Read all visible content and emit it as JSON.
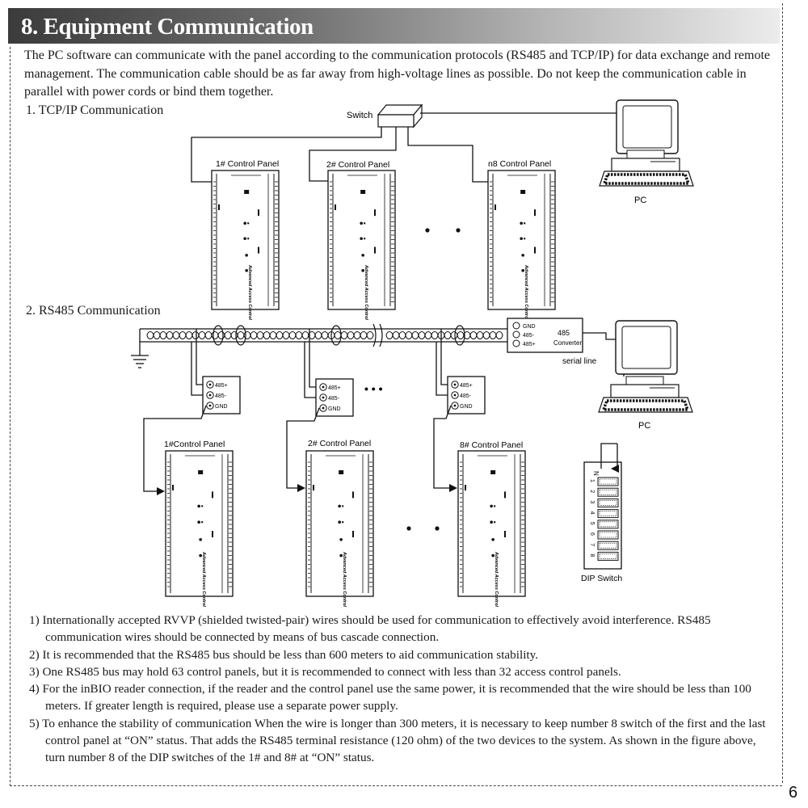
{
  "header": {
    "title": "8. Equipment Communication"
  },
  "intro": {
    "paragraph": "The PC software can communicate with the panel according to the communication protocols (RS485 and TCP/IP) for data exchange and remote management. The communication cable should be as far away from high-voltage lines  as possible. Do not keep the communication cable  in parallel with power cords or bind them together."
  },
  "tcp": {
    "title": "1. TCP/IP Communication",
    "switch_label": "Switch",
    "pc_label": "PC",
    "panels": [
      "1# Control Panel",
      "2# Control Panel",
      "n8 Control Panel"
    ]
  },
  "rs485": {
    "title": "2. RS485  Communication",
    "converter_labels": [
      "GND",
      "485-",
      "485+"
    ],
    "converter_title_1": "485",
    "converter_title_2": "Converter",
    "serial_line_label": "serial line",
    "pc_label": "PC",
    "terminal_labels": [
      "485+",
      "485-",
      "GND"
    ],
    "panels": [
      "1#Control Panel",
      "2# Control Panel",
      "8# Control Panel"
    ],
    "dip_label": "DIP Switch",
    "dip_on_label": "N",
    "dip_numbers": [
      "1",
      "2",
      "3",
      "4",
      "5",
      "6",
      "7",
      "8"
    ],
    "ellipsis": "• • •"
  },
  "panel_side_text": "Advanced Access Control",
  "notes": [
    "1) Internationally accepted RVVP (shielded twisted-pair) wires should be used for communication to effectively  avoid interference. RS485 communication wires should be connected by means  of bus cascade connection.",
    "2) It is recommended that the RS485 bus should be less than 600 meters to aid communication stability.",
    "3) One RS485 bus may hold 63 control panels, but it is recommended to connect with less than 32 access control panels.",
    "4) For the  inBIO reader connection, if the reader and the control panel use the same power, it is recommended that the wire should be less than 100 meters. If greater length is required, please use a separate power supply.",
    "5) To enhance the stability of communication When the wire is longer than 300 meters, it is necessary to keep number 8 switch of the first and the last control panel at “ON” status. That  adds the RS485 terminal resistance (120 ohm) of the two devices to the system. As shown in the figure above, turn number 8 of the DIP switches of the 1# and 8#  at “ON” status."
  ],
  "page": {
    "number": "6"
  }
}
